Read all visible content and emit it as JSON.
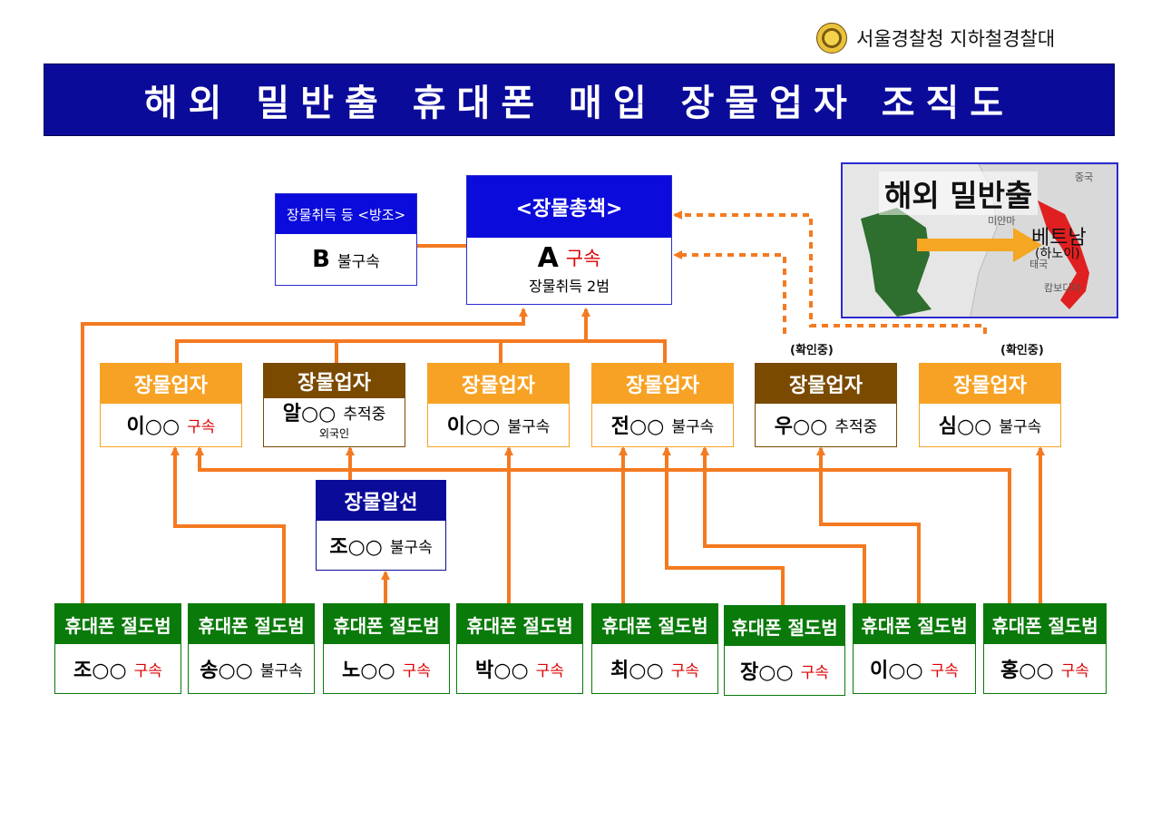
{
  "header": {
    "agency": "서울경찰청 지하철경찰대",
    "title": "해외 밀반출 휴대폰 매입 장물업자 조직도"
  },
  "top_boss": {
    "header": "<장물총책>",
    "name": "A",
    "status": "구속",
    "note": "장물취득 2범"
  },
  "accomplice": {
    "header": "장물취득 등 <방조>",
    "name": "B",
    "status": "불구속"
  },
  "map": {
    "title": "해외 밀반출",
    "country": "베트남",
    "city": "(하노이)",
    "labels": [
      "중국",
      "미얀마",
      "태국",
      "캄보디아"
    ]
  },
  "confirm_label": "(확인중)",
  "dealers": [
    {
      "header": "장물업자",
      "name": "이○○",
      "status": "구속",
      "status_red": true,
      "dark": false
    },
    {
      "header": "장물업자",
      "name": "알○○",
      "status": "추적중",
      "status_red": false,
      "dark": true,
      "sub": "외국인"
    },
    {
      "header": "장물업자",
      "name": "이○○",
      "status": "불구속",
      "status_red": false,
      "dark": false
    },
    {
      "header": "장물업자",
      "name": "전○○",
      "status": "불구속",
      "status_red": false,
      "dark": false
    },
    {
      "header": "장물업자",
      "name": "우○○",
      "status": "추적중",
      "status_red": false,
      "dark": true
    },
    {
      "header": "장물업자",
      "name": "심○○",
      "status": "불구속",
      "status_red": false,
      "dark": false
    }
  ],
  "broker": {
    "header": "장물알선",
    "name": "조○○",
    "status": "불구속"
  },
  "thieves": [
    {
      "header": "휴대폰 절도범",
      "name": "조○○",
      "status": "구속",
      "status_red": true
    },
    {
      "header": "휴대폰 절도범",
      "name": "송○○",
      "status": "불구속",
      "status_red": false
    },
    {
      "header": "휴대폰 절도범",
      "name": "노○○",
      "status": "구속",
      "status_red": true
    },
    {
      "header": "휴대폰 절도범",
      "name": "박○○",
      "status": "구속",
      "status_red": true
    },
    {
      "header": "휴대폰 절도범",
      "name": "최○○",
      "status": "구속",
      "status_red": true
    },
    {
      "header": "휴대폰 절도범",
      "name": "장○○",
      "status": "구속",
      "status_red": true
    },
    {
      "header": "휴대폰 절도범",
      "name": "이○○",
      "status": "구속",
      "status_red": true
    },
    {
      "header": "휴대폰 절도범",
      "name": "홍○○",
      "status": "구속",
      "status_red": true
    }
  ],
  "colors": {
    "banner": "#0b0b9a",
    "boss_header": "#0b0bdc",
    "dealer_orange": "#f7a224",
    "dealer_dark": "#7a4a00",
    "thief_green": "#0a7a0a",
    "line": "#f47a20",
    "arrested": "#dd0000"
  }
}
